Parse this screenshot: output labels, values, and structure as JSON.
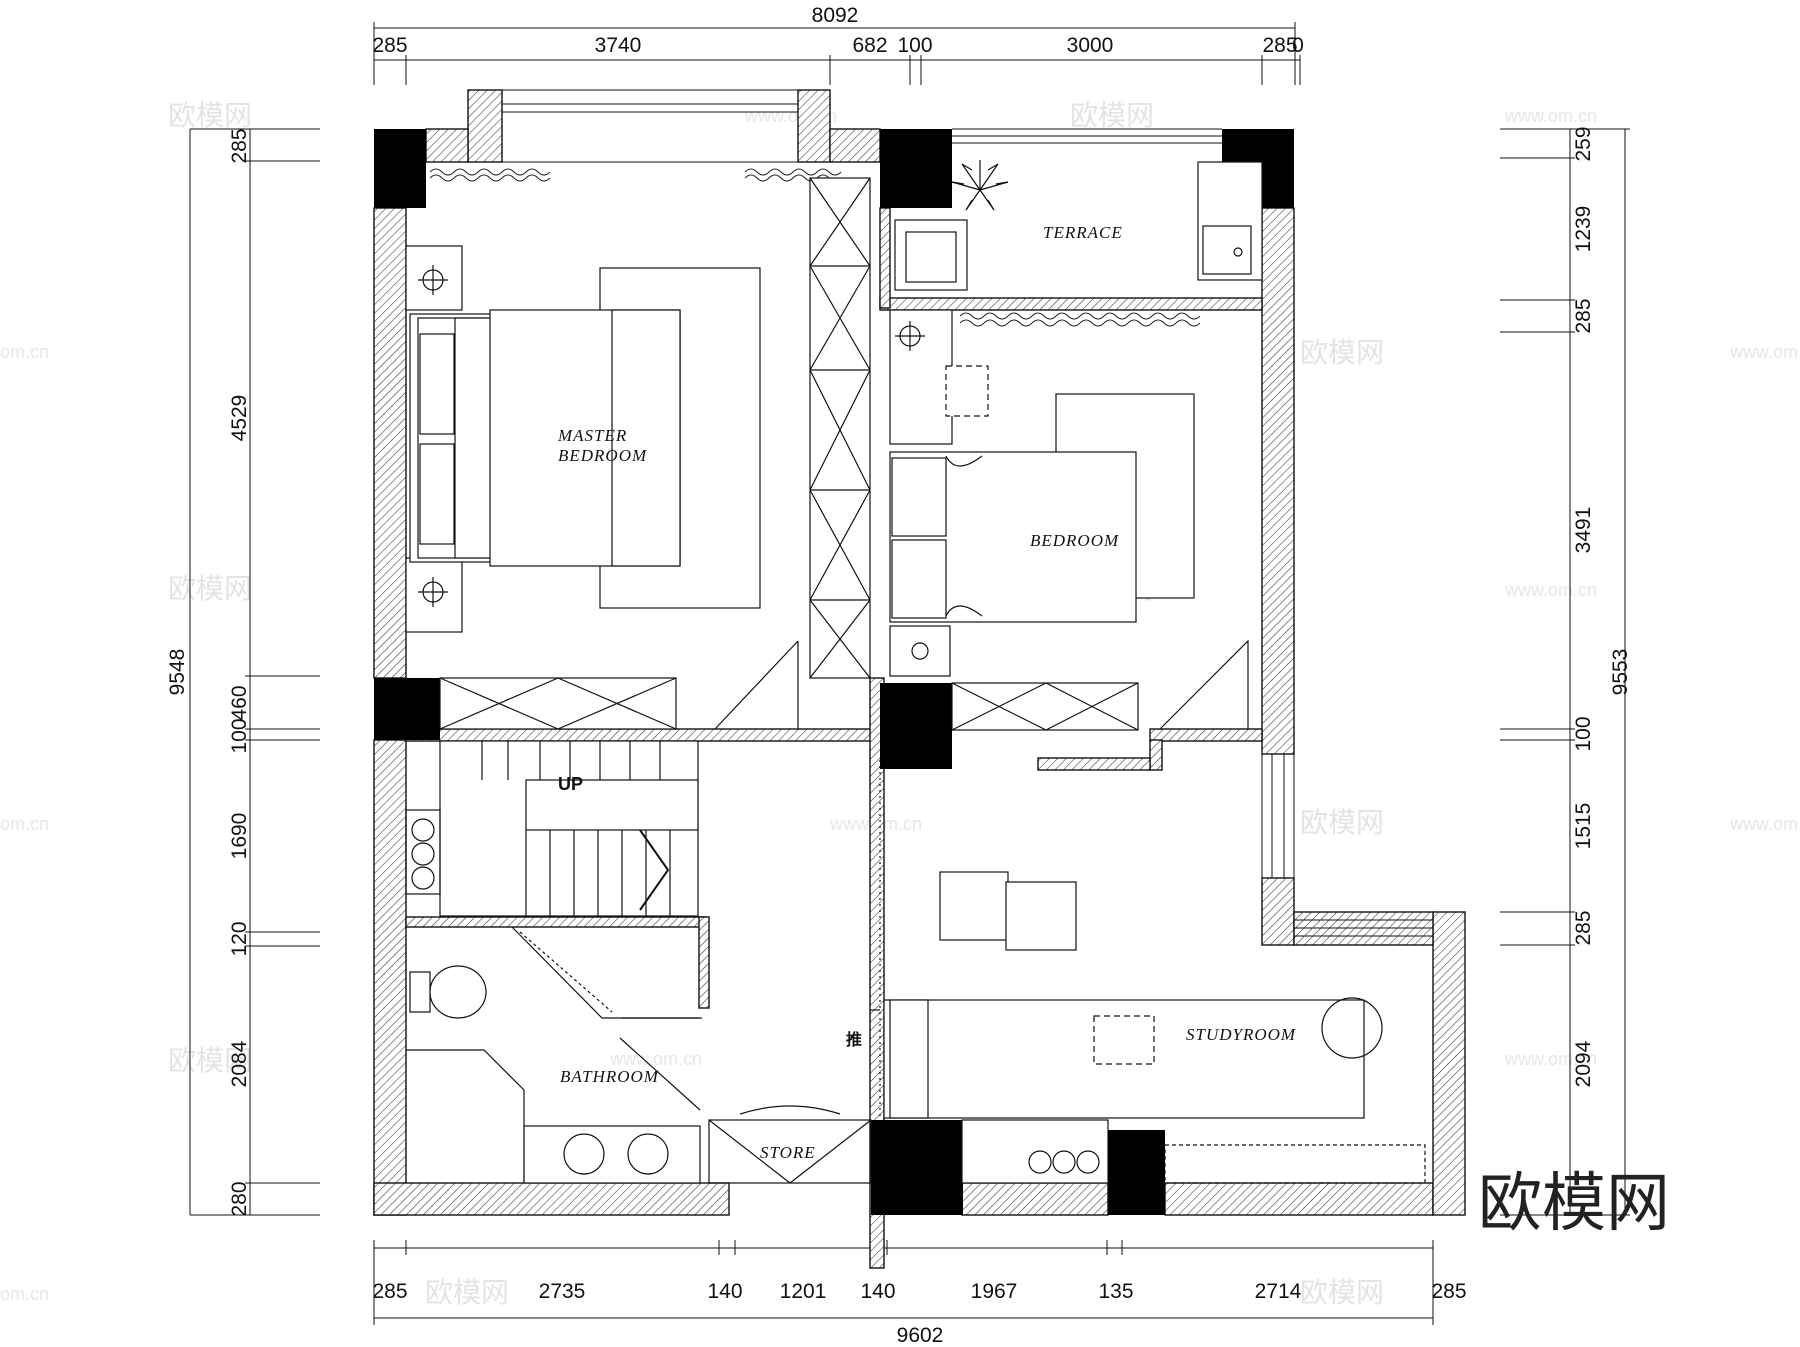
{
  "dimensions": {
    "top_overall": "8092",
    "top": [
      "285",
      "3740",
      "682",
      "100",
      "3000",
      "285",
      "0"
    ],
    "bottom_overall": "9602",
    "bottom": [
      "285",
      "2735",
      "140",
      "1201",
      "140",
      "1967",
      "135",
      "2714",
      "285"
    ],
    "left_overall": "9548",
    "left": [
      "285",
      "4529",
      "460",
      "100",
      "1690",
      "120",
      "2084",
      "280"
    ],
    "right_overall": "9553",
    "right": [
      "259",
      "1239",
      "285",
      "3491",
      "100",
      "1515",
      "285",
      "2094"
    ]
  },
  "rooms": {
    "master_line1": "MASTER",
    "master_line2": "BEDROOM",
    "terrace": "TERRACE",
    "bedroom": "BEDROOM",
    "studyroom": "STUDYROOM",
    "bathroom": "BATHROOM",
    "store": "STORE"
  },
  "labels": {
    "stair_up": "UP",
    "push": "推"
  },
  "watermark": {
    "brand": "欧模网",
    "url": "www.om.cn",
    "url_short": "om.cn"
  },
  "colors": {
    "line": "#111111",
    "solid_column": "#000000",
    "hatch": "#444444"
  }
}
